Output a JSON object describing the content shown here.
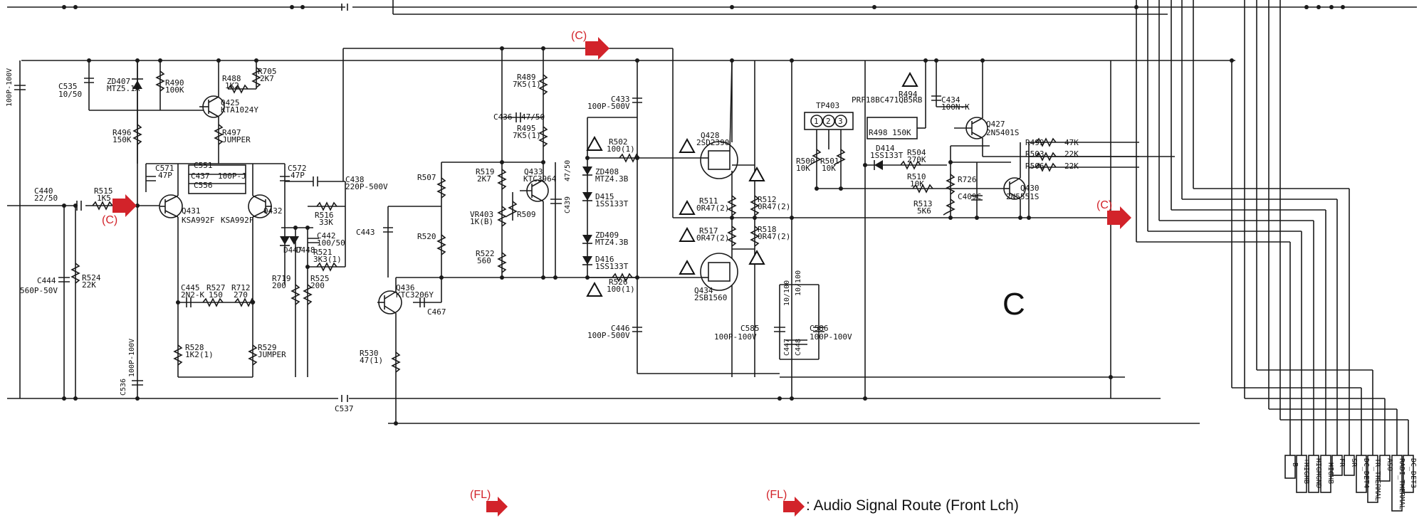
{
  "diagram": {
    "block_label": "C",
    "legend_marker": "(FL)",
    "legend_text": ": Audio Signal Route (Front Lch)",
    "route_markers": [
      {
        "id": "c-top",
        "text": "(C)"
      },
      {
        "id": "c-left",
        "text": "(C)"
      },
      {
        "id": "c-right",
        "text": "(C)"
      },
      {
        "id": "fl-bottom",
        "text": "(FL)"
      }
    ],
    "components": [
      {
        "id": "c440a",
        "text": "C440"
      },
      {
        "id": "c440b",
        "text": "22/50"
      },
      {
        "id": "r515a",
        "text": "R515"
      },
      {
        "id": "r515b",
        "text": "1K5"
      },
      {
        "id": "c444a",
        "text": "C444"
      },
      {
        "id": "c444b",
        "text": "560P-50V"
      },
      {
        "id": "r524a",
        "text": "R524"
      },
      {
        "id": "r524b",
        "text": "22K"
      },
      {
        "id": "c535a",
        "text": "C535"
      },
      {
        "id": "c535b",
        "text": "10/50"
      },
      {
        "id": "zd407a",
        "text": "ZD407"
      },
      {
        "id": "zd407b",
        "text": "MTZ5.1A"
      },
      {
        "id": "r490a",
        "text": "R490"
      },
      {
        "id": "r490b",
        "text": "100K"
      },
      {
        "id": "r488a",
        "text": "R488"
      },
      {
        "id": "r488b",
        "text": "1K2"
      },
      {
        "id": "r705a",
        "text": "R705"
      },
      {
        "id": "r705b",
        "text": "2K7"
      },
      {
        "id": "q425a",
        "text": "Q425"
      },
      {
        "id": "q425b",
        "text": "KTA1024Y"
      },
      {
        "id": "r496a",
        "text": "R496"
      },
      {
        "id": "r496b",
        "text": "150K"
      },
      {
        "id": "r497a",
        "text": "R497"
      },
      {
        "id": "r497b",
        "text": "JUMPER"
      },
      {
        "id": "c571a",
        "text": "C571"
      },
      {
        "id": "c571b",
        "text": "47P"
      },
      {
        "id": "c551",
        "text": "C551"
      },
      {
        "id": "c437",
        "text": "C437"
      },
      {
        "id": "c437v",
        "text": "100P-J"
      },
      {
        "id": "c556",
        "text": "C556"
      },
      {
        "id": "c572a",
        "text": "C572"
      },
      {
        "id": "c572b",
        "text": "47P"
      },
      {
        "id": "c438a",
        "text": "C438"
      },
      {
        "id": "c438b",
        "text": "220P-500V"
      },
      {
        "id": "q431a",
        "text": "Q431"
      },
      {
        "id": "q431b",
        "text": "KSA992F"
      },
      {
        "id": "q432a",
        "text": "Q432"
      },
      {
        "id": "q432b",
        "text": "KSA992F"
      },
      {
        "id": "r516a",
        "text": "R516"
      },
      {
        "id": "r516b",
        "text": "33K"
      },
      {
        "id": "c442a",
        "text": "C442"
      },
      {
        "id": "c442b",
        "text": "100/50"
      },
      {
        "id": "r521a",
        "text": "R521"
      },
      {
        "id": "r521b",
        "text": "3K3(1)"
      },
      {
        "id": "d447",
        "text": "D447"
      },
      {
        "id": "d448",
        "text": "D448"
      },
      {
        "id": "r719a",
        "text": "R719"
      },
      {
        "id": "r719b",
        "text": "200"
      },
      {
        "id": "r525a",
        "text": "R525"
      },
      {
        "id": "r525b",
        "text": "200"
      },
      {
        "id": "c445a",
        "text": "C445"
      },
      {
        "id": "c445b",
        "text": "2N2-K"
      },
      {
        "id": "r527a",
        "text": "R527"
      },
      {
        "id": "r527b",
        "text": "150"
      },
      {
        "id": "r712a",
        "text": "R712"
      },
      {
        "id": "r712b",
        "text": "270"
      },
      {
        "id": "r528a",
        "text": "R528"
      },
      {
        "id": "r528b",
        "text": "1K2(1)"
      },
      {
        "id": "r529a",
        "text": "R529"
      },
      {
        "id": "r529b",
        "text": "JUMPER"
      },
      {
        "id": "c537",
        "text": "C537"
      },
      {
        "id": "r530a",
        "text": "R530"
      },
      {
        "id": "r530b",
        "text": "47(1)"
      },
      {
        "id": "q436a",
        "text": "Q436"
      },
      {
        "id": "q436b",
        "text": "KTC3206Y"
      },
      {
        "id": "c467",
        "text": "C467"
      },
      {
        "id": "c443",
        "text": "C443"
      },
      {
        "id": "r507",
        "text": "R507"
      },
      {
        "id": "r520",
        "text": "R520"
      },
      {
        "id": "r519a",
        "text": "R519"
      },
      {
        "id": "r519b",
        "text": "2K7"
      },
      {
        "id": "vr403a",
        "text": "VR403"
      },
      {
        "id": "vr403b",
        "text": "1K(B)"
      },
      {
        "id": "r509",
        "text": "R509"
      },
      {
        "id": "r522a",
        "text": "R522"
      },
      {
        "id": "r522b",
        "text": "560"
      },
      {
        "id": "q433a",
        "text": "Q433"
      },
      {
        "id": "q433b",
        "text": "KTC3964"
      },
      {
        "id": "r489a",
        "text": "R489"
      },
      {
        "id": "r489b",
        "text": "7K5(1)"
      },
      {
        "id": "c436a",
        "text": "C436"
      },
      {
        "id": "c436b",
        "text": "47/50"
      },
      {
        "id": "r495a",
        "text": "R495"
      },
      {
        "id": "r495b",
        "text": "7K5(1)"
      },
      {
        "id": "c439",
        "text": "C439"
      },
      {
        "id": "c439v",
        "text": "47/50"
      },
      {
        "id": "c433a",
        "text": "C433"
      },
      {
        "id": "c433b",
        "text": "100P-500V"
      },
      {
        "id": "r502a",
        "text": "R502"
      },
      {
        "id": "r502b",
        "text": "100(1)"
      },
      {
        "id": "zd408a",
        "text": "ZD408"
      },
      {
        "id": "zd408b",
        "text": "MTZ4.3B"
      },
      {
        "id": "d415a",
        "text": "D415"
      },
      {
        "id": "d415b",
        "text": "1SS133T"
      },
      {
        "id": "zd409a",
        "text": "ZD409"
      },
      {
        "id": "zd409b",
        "text": "MTZ4.3B"
      },
      {
        "id": "d416a",
        "text": "D416"
      },
      {
        "id": "d416b",
        "text": "1SS133T"
      },
      {
        "id": "r526a",
        "text": "R526"
      },
      {
        "id": "r526b",
        "text": "100(1)"
      },
      {
        "id": "c446a",
        "text": "C446"
      },
      {
        "id": "c446b",
        "text": "100P-500V"
      },
      {
        "id": "q428a",
        "text": "Q428"
      },
      {
        "id": "q428b",
        "text": "2SD2390"
      },
      {
        "id": "q434a",
        "text": "Q434"
      },
      {
        "id": "q434b",
        "text": "2SB1560"
      },
      {
        "id": "r511a",
        "text": "R511"
      },
      {
        "id": "r511b",
        "text": "0R47(2)"
      },
      {
        "id": "r512a",
        "text": "R512"
      },
      {
        "id": "r512b",
        "text": "0R47(2)"
      },
      {
        "id": "r517a",
        "text": "R517"
      },
      {
        "id": "r517b",
        "text": "0R47(2)"
      },
      {
        "id": "r518a",
        "text": "R518"
      },
      {
        "id": "r518b",
        "text": "0R47(2)"
      },
      {
        "id": "c585a",
        "text": "C585"
      },
      {
        "id": "c585b",
        "text": "100P-100V"
      },
      {
        "id": "c586a",
        "text": "C586"
      },
      {
        "id": "c586b",
        "text": "100P-100V"
      },
      {
        "id": "c447",
        "text": "C447"
      },
      {
        "id": "c448",
        "text": "C448"
      },
      {
        "id": "c447v",
        "text": "10/100"
      },
      {
        "id": "c448v",
        "text": "10/100"
      },
      {
        "id": "tp403",
        "text": "TP403"
      },
      {
        "id": "tp1",
        "text": "1"
      },
      {
        "id": "tp2",
        "text": "2"
      },
      {
        "id": "tp3",
        "text": "3"
      },
      {
        "id": "r500a",
        "text": "R500"
      },
      {
        "id": "r500b",
        "text": "10K"
      },
      {
        "id": "r501a",
        "text": "R501"
      },
      {
        "id": "r501b",
        "text": "10K"
      },
      {
        "id": "prf",
        "text": "PRF18BC471QB5RB"
      },
      {
        "id": "r494",
        "text": "R494"
      },
      {
        "id": "r498",
        "text": "R498 150K"
      },
      {
        "id": "c434a",
        "text": "C434"
      },
      {
        "id": "c434b",
        "text": "100N-K"
      },
      {
        "id": "q427a",
        "text": "Q427"
      },
      {
        "id": "q427b",
        "text": "2N5401S"
      },
      {
        "id": "d414a",
        "text": "D414"
      },
      {
        "id": "d414b",
        "text": "1SS133T"
      },
      {
        "id": "r504a",
        "text": "R504"
      },
      {
        "id": "r504b",
        "text": "270K"
      },
      {
        "id": "r510a",
        "text": "R510"
      },
      {
        "id": "r510b",
        "text": "10K"
      },
      {
        "id": "r726",
        "text": "R726"
      },
      {
        "id": "r513a",
        "text": "R513"
      },
      {
        "id": "r513b",
        "text": "5K6"
      },
      {
        "id": "c409",
        "text": "C409C"
      },
      {
        "id": "q430a",
        "text": "Q430"
      },
      {
        "id": "q430b",
        "text": "2N5551S"
      },
      {
        "id": "r499a",
        "text": "R499"
      },
      {
        "id": "r499b",
        "text": "47K"
      },
      {
        "id": "r503a",
        "text": "R503"
      },
      {
        "id": "r503b",
        "text": "22K"
      },
      {
        "id": "r506a",
        "text": "R506"
      },
      {
        "id": "r506b",
        "text": "22K"
      },
      {
        "id": "c_left_v",
        "text": "100P-100V"
      },
      {
        "id": "c536",
        "text": "C536"
      },
      {
        "id": "c536v",
        "text": "100P-100V"
      }
    ],
    "connector_pins": [
      "-B",
      "+HIGHB",
      "HIGHGND",
      "-HIGHB",
      "FR",
      "SR",
      "DC_DET4",
      "TR_THERMAL",
      "ASO",
      "RADI_THERMAL",
      "DC_DET3"
    ]
  }
}
